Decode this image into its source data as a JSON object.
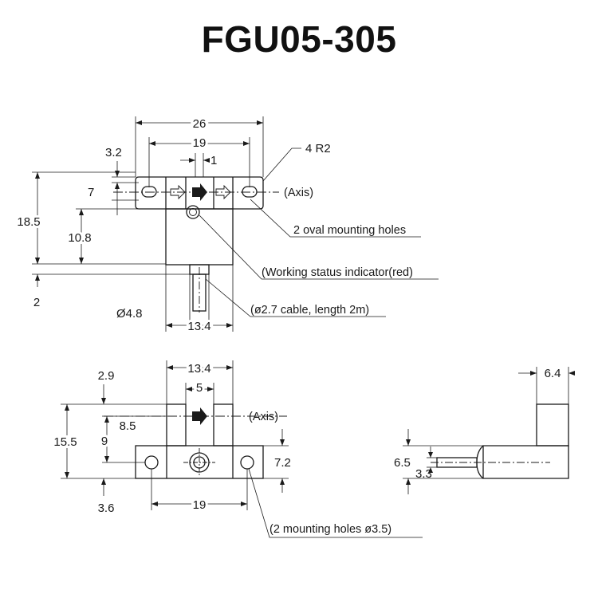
{
  "title": "FGU05-305",
  "top_view": {
    "dims": {
      "width_total": "26",
      "slot_span": "19",
      "slot_gap": "1",
      "tab_offset": "3.2",
      "tab_height": "7",
      "total_height": "18.5",
      "indicator_height": "10.8",
      "cable_offset": "2",
      "cable_dia": "Ø4.8",
      "body_width": "13.4",
      "corner_radius": "4  R2"
    },
    "callouts": {
      "axis": "(Axis)",
      "oval_holes": "2 oval mounting holes",
      "indicator": "(Working status indicator(red)",
      "cable": "(ø2.7 cable, length 2m)"
    }
  },
  "front_view": {
    "dims": {
      "body_width": "13.4",
      "slot_width": "5",
      "arm_offset": "2.9",
      "arm_height": "8.5",
      "base_height": "9",
      "total_height": "15.5",
      "hole_height": "7.2",
      "bottom_offset": "3.6",
      "hole_span": "19"
    },
    "callouts": {
      "axis": "(Axis)",
      "mount_holes": "(2 mounting holes   ø3.5)"
    }
  },
  "side_view": {
    "dims": {
      "width": "6.4",
      "cable_height": "6.5",
      "cable_offset": "3.3"
    }
  }
}
